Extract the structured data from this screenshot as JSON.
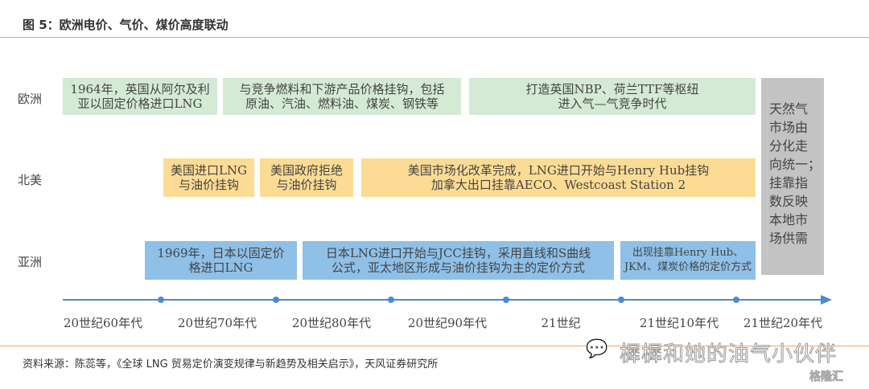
{
  "title": "图 5：欧洲电价、气价、煤价高度联动",
  "rows": {
    "europe": "欧洲",
    "north_america": "北美",
    "asia": "亚洲"
  },
  "europe": [
    "1964年，英国从阿尔及利\n亚以固定价格进口LNG",
    "与竞争燃料和下游产品价格挂钩，包括\n原油、汽油、燃料油、煤炭、钢铁等",
    "打造英国NBP、荷兰TTF等枢纽\n进入气—气竞争时代"
  ],
  "north_america": [
    "美国进口LNG\n与油价挂钩",
    "美国政府拒绝\n与油价挂钩",
    "美国市场化改革完成，LNG进口开始与Henry Hub挂钩\n加拿大出口挂靠AECO、Westcoast Station 2"
  ],
  "asia": [
    "1969年，日本以固定价\n格进口LNG",
    "日本LNG进口开始与JCC挂钩，采用直线和S曲线\n公式，亚太地区形成与油价挂钩为主的定价方式",
    "出现挂靠Henry Hub、\nJKM、煤炭价格的定价方式"
  ],
  "summary": "天然气\n市场由\n分化走\n向统一；\n挂靠指\n数反映\n本地市\n场供需",
  "timeline": [
    "20世纪60年代",
    "20世纪70年代",
    "20世纪80年代",
    "20世纪90年代",
    "21世纪",
    "21世纪10年代",
    "21世纪20年代"
  ],
  "source": "资料来源：陈蕊等，《全球 LNG 贸易定价演变规律与新趋势及相关启示》，天风证券研究所",
  "watermark": "樨樨和她的油气小伙伴",
  "logo": "格隆汇",
  "colors": {
    "europe": "#d5ead5",
    "north_america": "#fcdc94",
    "asia": "#8ec0e8",
    "axis": "#4a8cd0"
  }
}
